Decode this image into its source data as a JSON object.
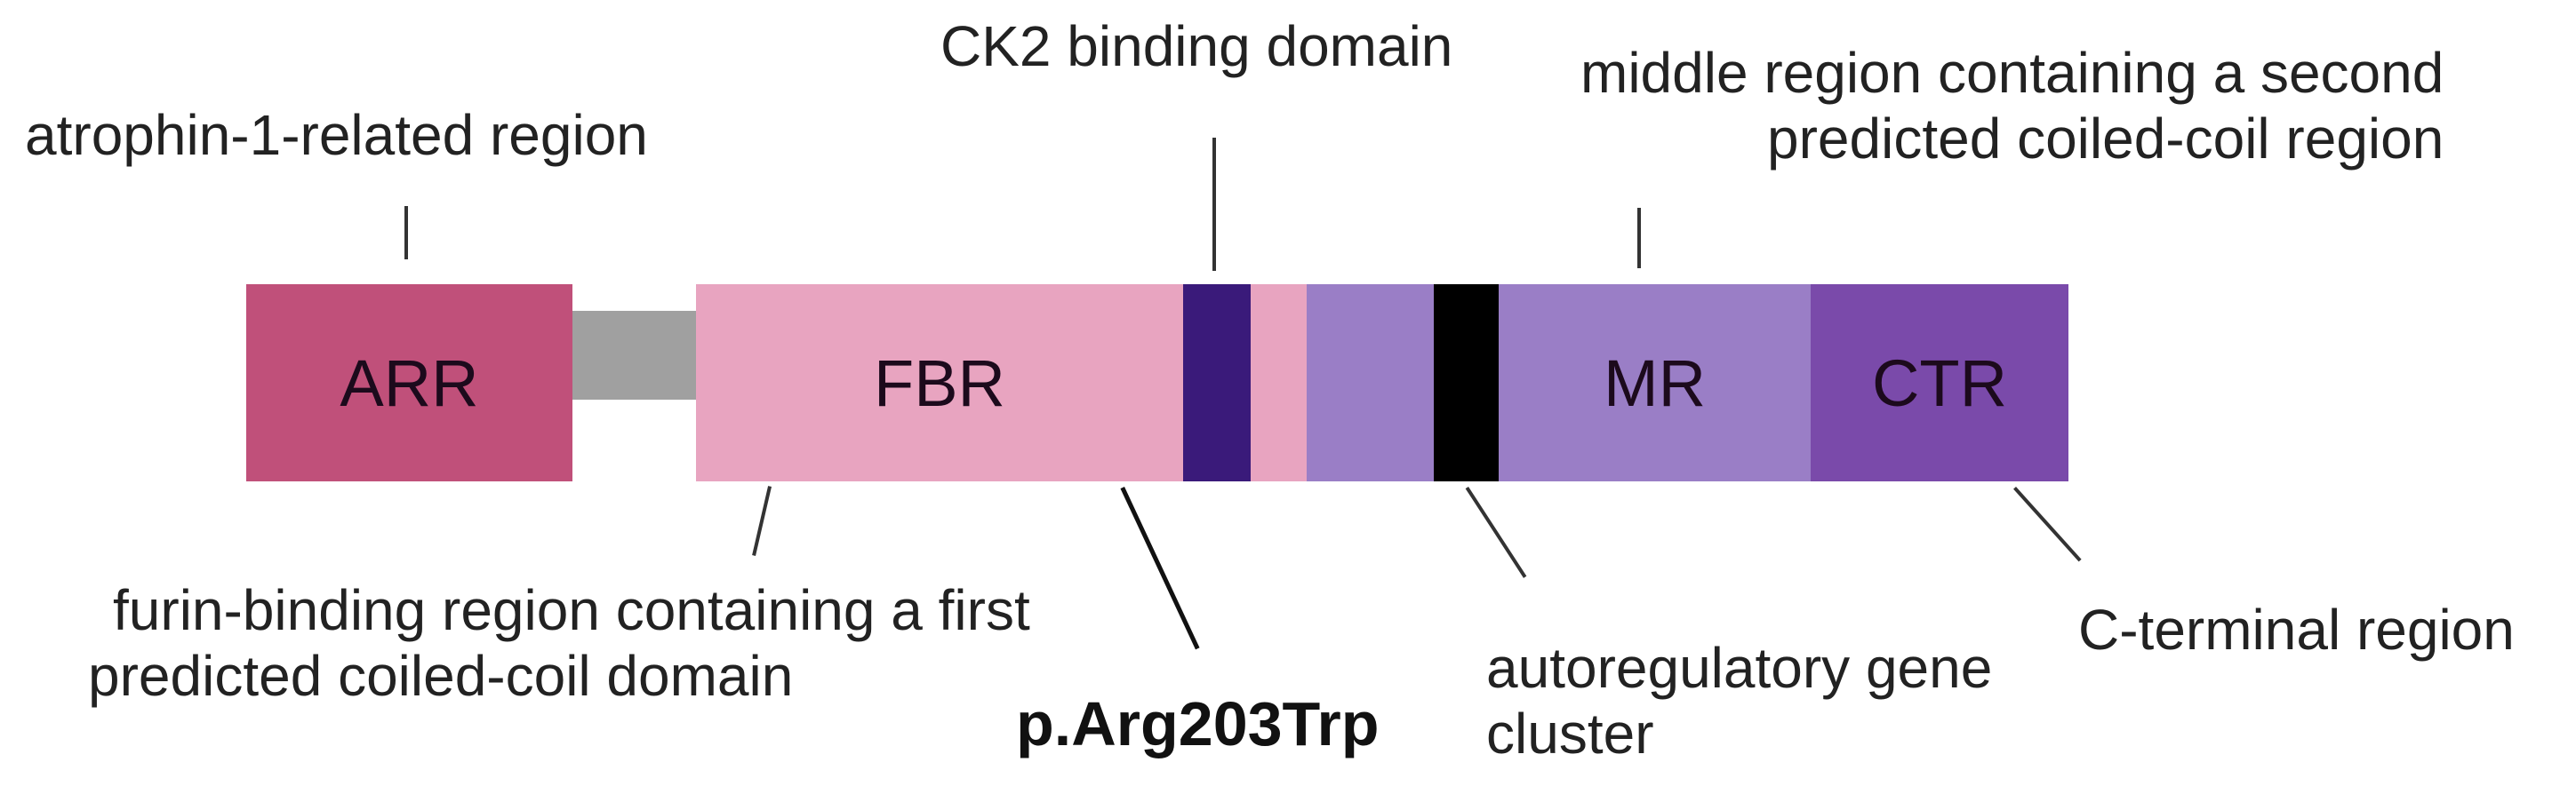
{
  "colors": {
    "arr": "#c0507a",
    "linker": "#a0a0a0",
    "fbr": "#e8a4c0",
    "ck2": "#3a1a7a",
    "mr": "#9a7ec6",
    "agc": "#000000",
    "ctr": "#7a4aaa"
  },
  "domains": {
    "arr": "ARR",
    "fbr": "FBR",
    "mr": "MR",
    "ctr": "CTR"
  },
  "labels": {
    "atrophin": "atrophin-1-related region",
    "ck2": "CK2 binding domain",
    "middle_line1": "middle region containing a second",
    "middle_line2": "predicted coiled-coil region",
    "furin_line1": "furin-binding region containing a first",
    "furin_line2": "predicted coiled-coil domain",
    "mutation": "p.Arg203Trp",
    "autoreg_line1": "autoregulatory gene",
    "autoreg_line2": "cluster",
    "cterm": "C-terminal region"
  }
}
